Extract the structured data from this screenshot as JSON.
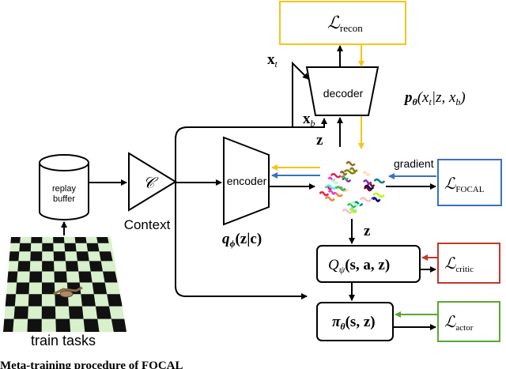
{
  "labels": {
    "recon_loss": "ℒ",
    "recon_sub": "recon",
    "x_t": "x",
    "x_t_sub": "t",
    "x_b": "x",
    "x_b_sub": "b",
    "decoder": "decoder",
    "decoder_dist": "p",
    "decoder_dist_sub": "θ",
    "decoder_dist_args": "(x",
    "decoder_dist_args2": "|z, x",
    "decoder_dist_args3": ")",
    "z_top": "z",
    "z_bottom": "z",
    "gradient": "gradient",
    "focal_loss": "ℒ",
    "focal_sub": "FOCAL",
    "replay_buffer_1": "replay",
    "replay_buffer_2": "buffer",
    "context_symbol": "𝒞",
    "context": "Context",
    "encoder": "encoder",
    "encoder_dist": "q",
    "encoder_dist_sub": "ϕ",
    "encoder_dist_args": "(z|c)",
    "critic_fn": "Q",
    "critic_sub": "ψ",
    "critic_args": "(s, a, z)",
    "critic_loss": "ℒ",
    "critic_loss_sub": "critic",
    "actor_fn": "π",
    "actor_sub": "θ",
    "actor_args": "(s, z)",
    "actor_loss": "ℒ",
    "actor_loss_sub": "actor",
    "train_tasks": "train tasks",
    "caption": "Meta-training procedure of FOCAL"
  },
  "colors": {
    "recon": "#f5c518",
    "focal": "#3b6fc4",
    "critic": "#c0392b",
    "actor": "#5aa832",
    "board_light": "#d8f0cc",
    "board_dark": "#111111"
  }
}
